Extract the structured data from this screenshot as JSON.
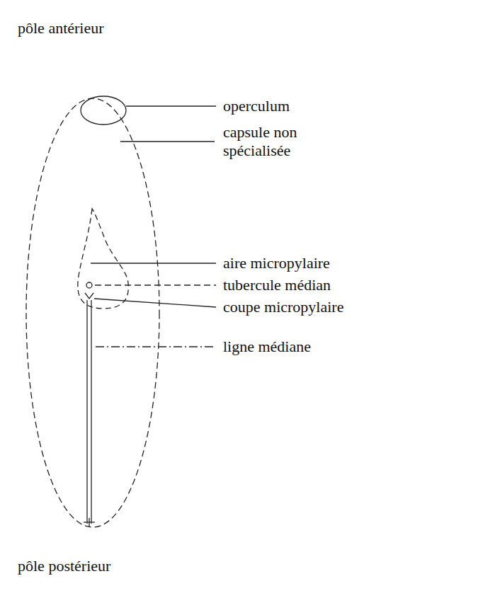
{
  "diagram": {
    "labels": [
      "pôle antérieur",
      "operculum",
      "capsule non spécialisée",
      "aire micropylaire",
      "tubercule médian",
      "coupe micropylaire",
      "ligne médiane",
      "pôle postérieur"
    ]
  }
}
